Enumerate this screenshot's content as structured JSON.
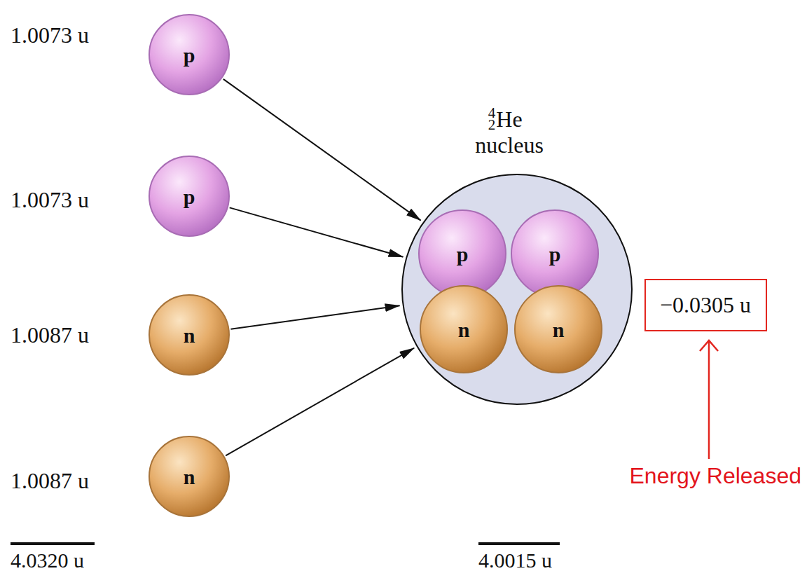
{
  "diagram": {
    "nodes": [
      {
        "text": [
          "p"
        ]
      },
      {
        "text": [
          "p"
        ]
      },
      {
        "text": [
          "n"
        ]
      },
      {
        "text": [
          "n"
        ]
      },
      {
        "text": [
          "4",
          "2",
          "He nucleus"
        ]
      },
      {
        "text": [
          "p"
        ],
        "in": 4
      },
      {
        "text": [
          "p"
        ],
        "in": 4
      },
      {
        "text": [
          "n"
        ],
        "in": 4
      },
      {
        "text": [
          "n"
        ],
        "in": 4
      },
      {
        "text": [
          "−0.0305 u"
        ]
      }
    ],
    "edges": [
      {
        "from": 0,
        "to": 4,
        "arrow": "to"
      },
      {
        "from": 1,
        "to": 4,
        "arrow": "to"
      },
      {
        "from": 2,
        "to": 4,
        "arrow": "to"
      },
      {
        "from": 3,
        "to": 4,
        "arrow": "to"
      }
    ],
    "labels": [
      "1.0073 u",
      "1.0073 u",
      "1.0087 u",
      "1.0087 u",
      "Energy Released",
      "4.0320 u",
      "4.0015 u"
    ]
  }
}
